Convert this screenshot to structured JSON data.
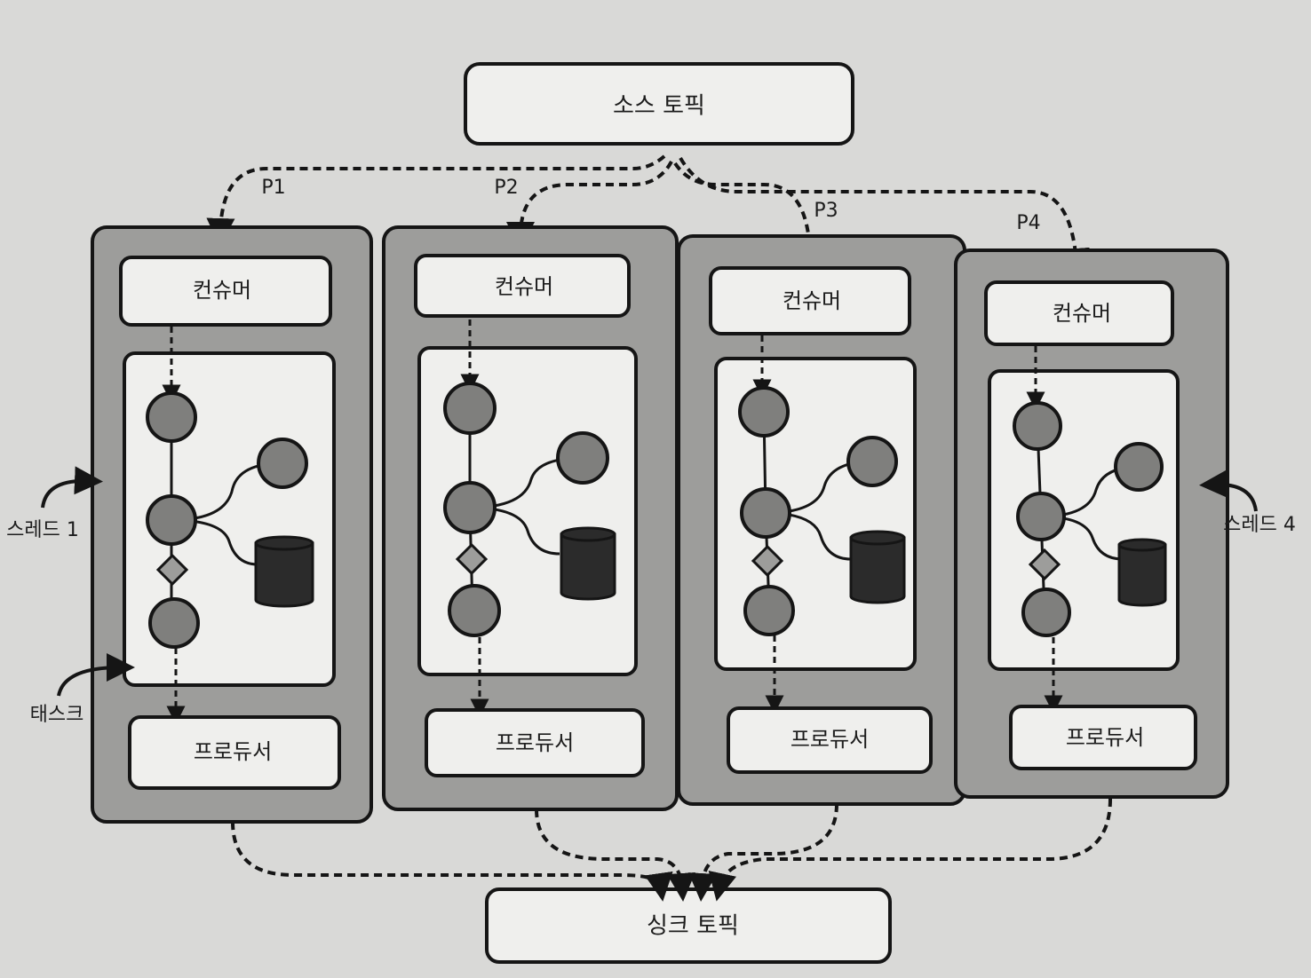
{
  "source_topic": "소스 토픽",
  "sink_topic": "싱크 토픽",
  "consumer_label": "컨슈머",
  "producer_label": "프로듀서",
  "task_label": "태스크",
  "thread_left_label": "스레드 1",
  "thread_right_label": "스레드 4",
  "partitions": [
    "P1",
    "P2",
    "P3",
    "P4"
  ],
  "colors": {
    "background": "#d9d9d7",
    "thread_fill": "#9d9d9b",
    "box_fill": "#efefed",
    "node_fill": "#7f7f7d",
    "store_fill": "#2b2b2b",
    "stroke": "#151515"
  }
}
